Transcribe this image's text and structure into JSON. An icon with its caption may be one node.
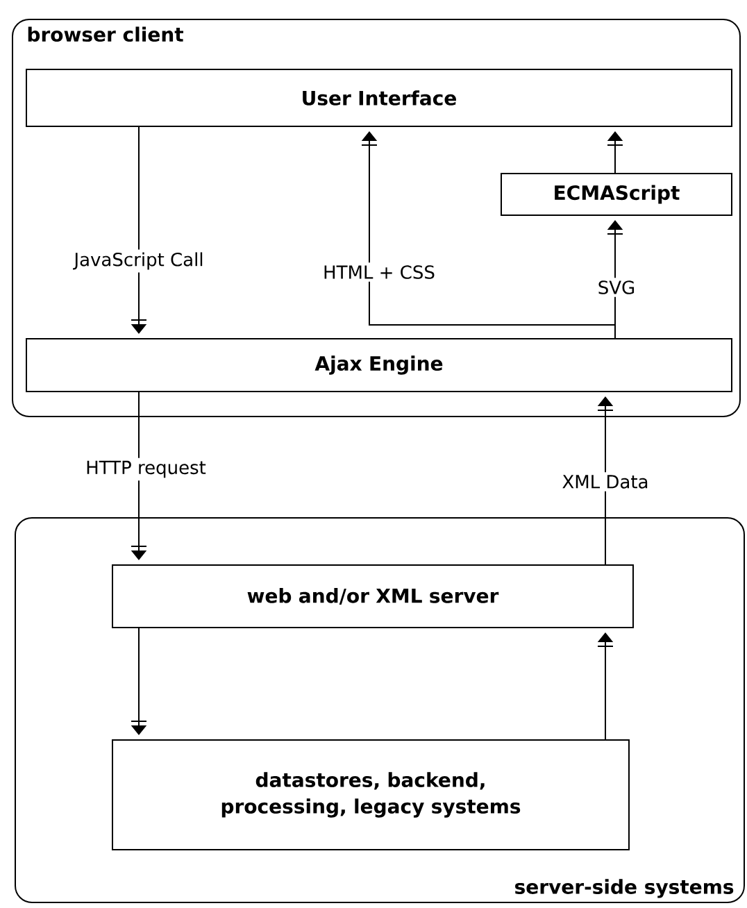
{
  "diagram": {
    "nodes": [
      {
        "text": [
          "browser client"
        ]
      },
      {
        "text": [
          "User Interface"
        ],
        "in": 0
      },
      {
        "text": [
          "ECMAScript"
        ],
        "in": 0
      },
      {
        "text": [
          "Ajax Engine"
        ],
        "in": 0
      },
      {
        "text": [
          "server-side systems"
        ]
      },
      {
        "text": [
          "web and/or XML server"
        ],
        "in": 4
      },
      {
        "text": [
          "datastores, backend, processing, legacy systems"
        ],
        "in": 4
      }
    ],
    "edges": [
      {
        "from": 1,
        "to": 3,
        "arrow": "to",
        "label": "JavaScript Call"
      },
      {
        "from": 3,
        "to": 1,
        "arrow": "to",
        "label": "HTML + CSS"
      },
      {
        "from": 3,
        "to": 2,
        "arrow": "to",
        "label": "SVG"
      },
      {
        "from": 2,
        "to": 1,
        "arrow": "to"
      },
      {
        "from": 3,
        "to": 5,
        "arrow": "to",
        "label": "HTTP request"
      },
      {
        "from": 5,
        "to": 3,
        "arrow": "to",
        "label": "XML Data"
      },
      {
        "from": 5,
        "to": 6,
        "arrow": "to"
      },
      {
        "from": 6,
        "to": 5,
        "arrow": "to"
      }
    ]
  }
}
